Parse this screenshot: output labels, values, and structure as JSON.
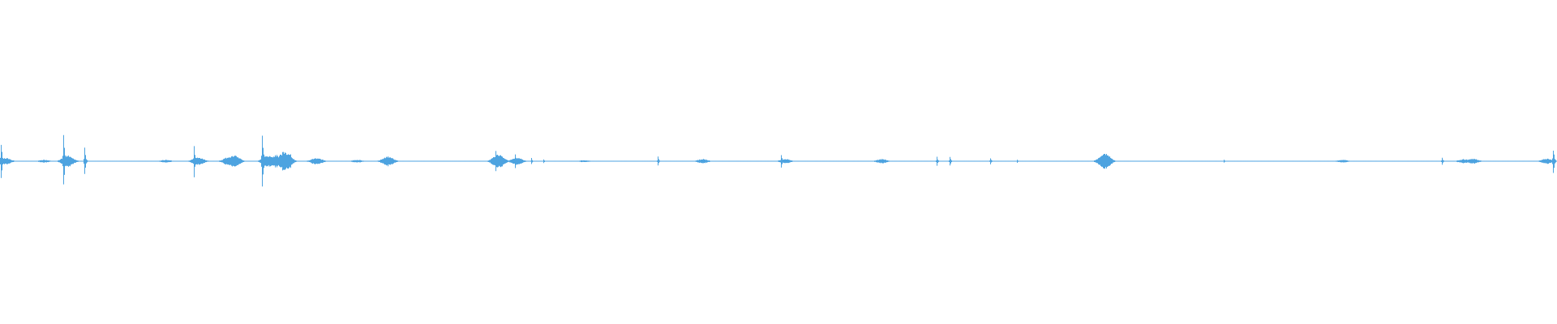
{
  "waveform": {
    "color": "#4da3e0",
    "baseline_amplitude": 0.006,
    "events": [
      {
        "t": 0.0005,
        "amp": 0.62,
        "kind": "spike"
      },
      {
        "t": 0.003,
        "amp": 0.1,
        "kind": "burst"
      },
      {
        "t": 0.028,
        "amp": 0.04,
        "kind": "burst"
      },
      {
        "t": 0.0405,
        "amp": 1.0,
        "kind": "spike"
      },
      {
        "t": 0.043,
        "amp": 0.18,
        "kind": "burst"
      },
      {
        "t": 0.054,
        "amp": 0.45,
        "kind": "spike"
      },
      {
        "t": 0.106,
        "amp": 0.04,
        "kind": "burst"
      },
      {
        "t": 0.1245,
        "amp": 0.55,
        "kind": "spike"
      },
      {
        "t": 0.127,
        "amp": 0.12,
        "kind": "burst"
      },
      {
        "t": 0.147,
        "amp": 0.12,
        "kind": "burst"
      },
      {
        "t": 0.15,
        "amp": 0.18,
        "kind": "burst"
      },
      {
        "t": 0.168,
        "amp": 1.0,
        "kind": "spike"
      },
      {
        "t": 0.172,
        "amp": 0.16,
        "kind": "burst"
      },
      {
        "t": 0.177,
        "amp": 0.18,
        "kind": "burst"
      },
      {
        "t": 0.183,
        "amp": 0.3,
        "kind": "burst"
      },
      {
        "t": 0.1865,
        "amp": 0.28,
        "kind": "spike"
      },
      {
        "t": 0.203,
        "amp": 0.1,
        "kind": "burst"
      },
      {
        "t": 0.229,
        "amp": 0.04,
        "kind": "burst"
      },
      {
        "t": 0.249,
        "amp": 0.14,
        "kind": "burst"
      },
      {
        "t": 0.318,
        "amp": 0.36,
        "kind": "spike"
      },
      {
        "t": 0.32,
        "amp": 0.2,
        "kind": "burst"
      },
      {
        "t": 0.3305,
        "amp": 0.28,
        "kind": "spike"
      },
      {
        "t": 0.332,
        "amp": 0.1,
        "kind": "burst"
      },
      {
        "t": 0.341,
        "amp": 0.1,
        "kind": "spike"
      },
      {
        "t": 0.349,
        "amp": 0.07,
        "kind": "spike"
      },
      {
        "t": 0.375,
        "amp": 0.03,
        "kind": "burst"
      },
      {
        "t": 0.4225,
        "amp": 0.14,
        "kind": "spike"
      },
      {
        "t": 0.451,
        "amp": 0.06,
        "kind": "burst"
      },
      {
        "t": 0.5015,
        "amp": 0.24,
        "kind": "spike"
      },
      {
        "t": 0.504,
        "amp": 0.06,
        "kind": "burst"
      },
      {
        "t": 0.566,
        "amp": 0.06,
        "kind": "burst"
      },
      {
        "t": 0.6015,
        "amp": 0.14,
        "kind": "spike"
      },
      {
        "t": 0.61,
        "amp": 0.16,
        "kind": "spike"
      },
      {
        "t": 0.636,
        "amp": 0.1,
        "kind": "spike"
      },
      {
        "t": 0.653,
        "amp": 0.06,
        "kind": "spike"
      },
      {
        "t": 0.7095,
        "amp": 0.24,
        "kind": "burst"
      },
      {
        "t": 0.786,
        "amp": 0.05,
        "kind": "spike"
      },
      {
        "t": 0.862,
        "amp": 0.04,
        "kind": "burst"
      },
      {
        "t": 0.926,
        "amp": 0.12,
        "kind": "spike"
      },
      {
        "t": 0.94,
        "amp": 0.06,
        "kind": "burst"
      },
      {
        "t": 0.946,
        "amp": 0.07,
        "kind": "burst"
      },
      {
        "t": 0.993,
        "amp": 0.08,
        "kind": "burst"
      },
      {
        "t": 0.9975,
        "amp": 0.45,
        "kind": "spike"
      }
    ]
  }
}
